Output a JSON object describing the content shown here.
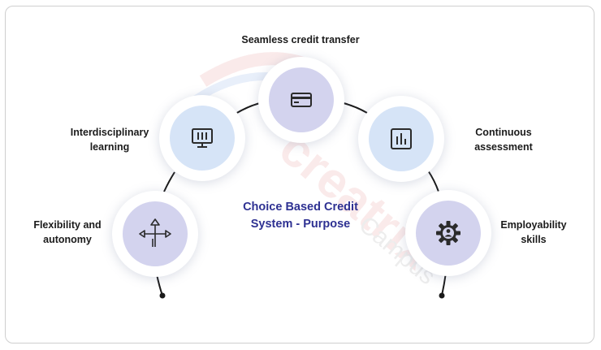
{
  "center": {
    "line1": "Choice Based Credit",
    "line2": "System - Purpose"
  },
  "nodes": [
    {
      "label_lines": [
        "Seamless credit transfer"
      ],
      "icon": "credit-card-icon"
    },
    {
      "label_lines": [
        "Interdisciplinary",
        "learning"
      ],
      "icon": "monitor-icon"
    },
    {
      "label_lines": [
        "Continuous",
        "assessment"
      ],
      "icon": "bar-chart-icon"
    },
    {
      "label_lines": [
        "Flexibility and",
        "autonomy"
      ],
      "icon": "directions-arrows-icon"
    },
    {
      "label_lines": [
        "Employability",
        "skills"
      ],
      "icon": "gear-person-icon"
    }
  ],
  "watermark": {
    "brand": "creatrix",
    "sub": "Campus"
  },
  "colors": {
    "title": "#2e3192",
    "inner_blue": "#d6e4f7",
    "inner_lavender": "#d3d3ee",
    "connector": "#1a1a1a",
    "icon": "#2b2b2b"
  }
}
